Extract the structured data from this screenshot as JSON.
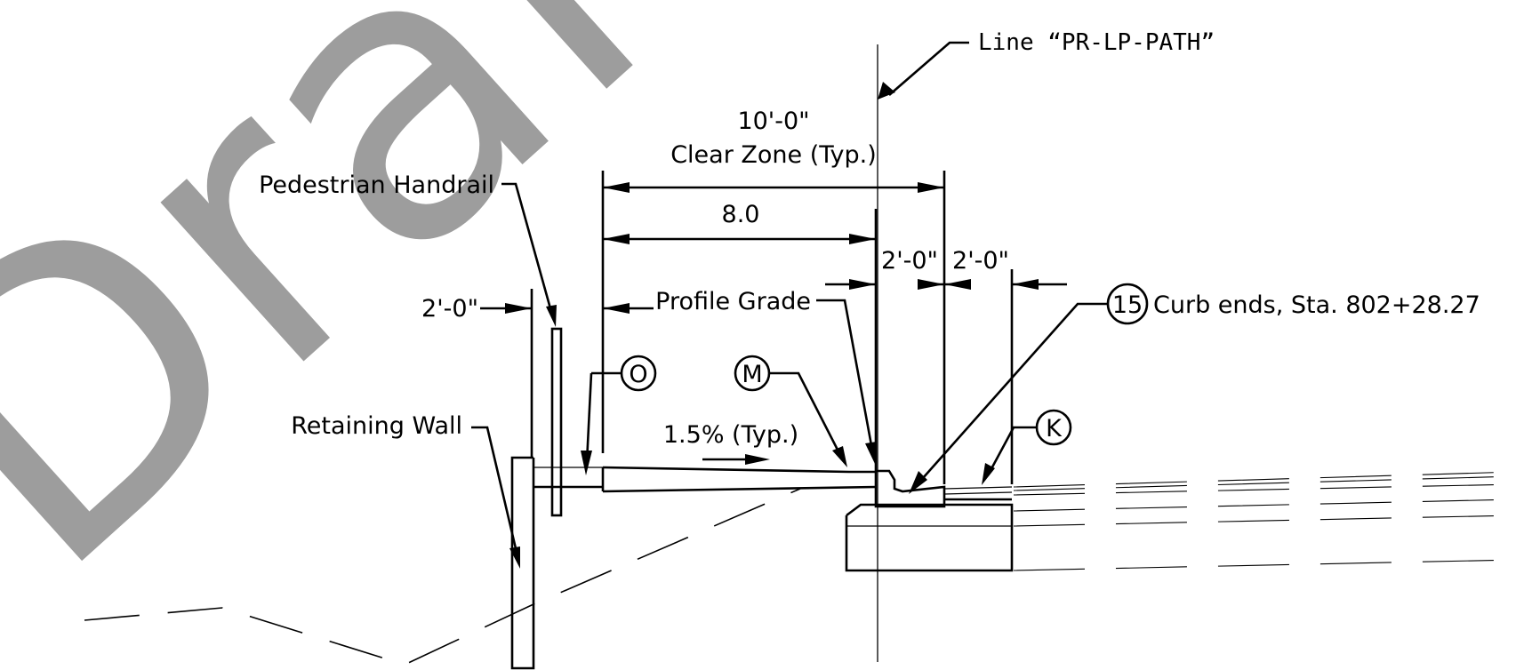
{
  "labels": {
    "line_name": "Line “PR-LP-PATH”",
    "clear_zone_dim": "10'-0\"",
    "clear_zone_label": "Clear Zone (Typ.)",
    "path_width": "8.0",
    "offset_left": "2'-0\"",
    "offset_right": "2'-0\"",
    "offset_wall": "2'-0\"",
    "pedestrian_handrail": "Pedestrian Handrail",
    "profile_grade": "Profile Grade",
    "retaining_wall": "Retaining Wall",
    "slope": "1.5% (Typ.)",
    "curb_note": "Curb ends, Sta. 802+28.27"
  },
  "callouts": {
    "o": "O",
    "m": "M",
    "k": "K",
    "note_15": "15"
  },
  "watermark": {
    "text": "Draft - N",
    "color": "#9d9d9d"
  }
}
